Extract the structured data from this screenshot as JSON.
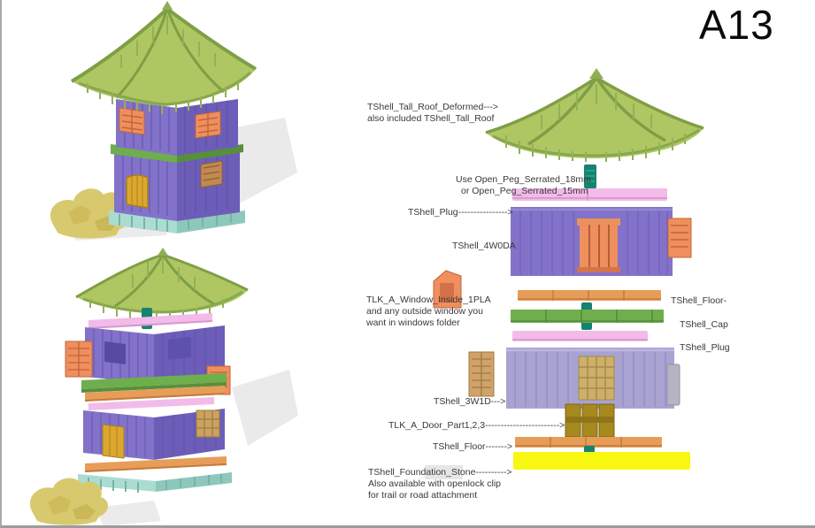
{
  "sheet": {
    "code": "A13"
  },
  "annotations": {
    "roof": [
      "TShell_Tall_Roof_Deformed--->",
      "also included TShell_Tall_Roof"
    ],
    "peg_top": [
      "Use Open_Peg_Serrated_18mm",
      "or Open_Peg_Serrated_15mm"
    ],
    "plug_top": "TShell_Plug---------------->",
    "wall_top": "TShell_4W0DA",
    "window_inside": [
      "TLK_A_Window_Inside_1PLA",
      "and any outside window you",
      "want in windows folder"
    ],
    "floor_upper": "TShell_Floor-",
    "cap": "TShell_Cap",
    "plug_mid": "TShell_Plug",
    "wall_bottom": "TShell_3W1D--->",
    "door": "TLK_A_Door_Part1,2,3------------------------>",
    "floor_lower": "TShell_Floor------->",
    "foundation": [
      "TShell_Foundation_Stone---------->",
      "Also available with openlock clip",
      "for trail or road attachment"
    ]
  },
  "colors": {
    "roof_green": "#aec763",
    "roof_green_dark": "#7f9e45",
    "wall_purple": "#8272c9",
    "wall_purple_side": "#6c5db8",
    "wall_lavender": "#a9a3d2",
    "window_orange": "#ef8f5e",
    "floor_orange": "#e79d58",
    "cap_green": "#6fae4c",
    "plug_pink": "#f2bbe9",
    "peg_teal": "#15836f",
    "door_gold": "#a8891f",
    "house_door_yellow": "#dca72e",
    "foundation_yellow": "#f7f711",
    "foundation_teal": "#abdcd2",
    "rock_tan": "#d9c96e",
    "shadow_grey": "#d9d9d9"
  }
}
